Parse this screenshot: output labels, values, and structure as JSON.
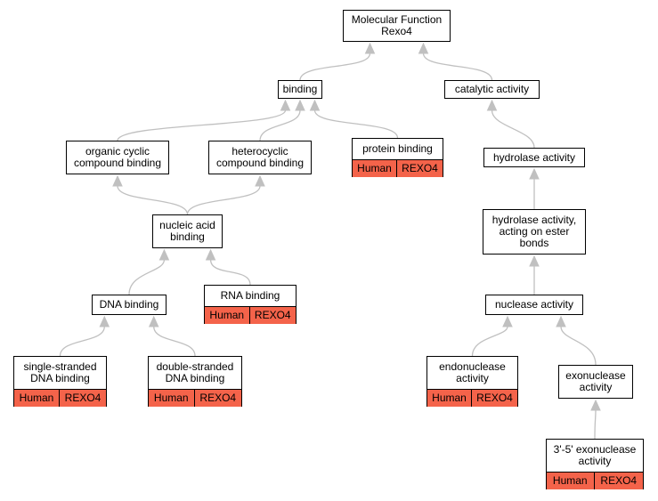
{
  "diagram": {
    "edge_color": "#c0c0c0",
    "annotation_color": "#f4634a",
    "nodes": [
      {
        "id": "mf",
        "label": "Molecular Function\nRexo4"
      },
      {
        "id": "binding",
        "label": "binding"
      },
      {
        "id": "catalytic",
        "label": "catalytic activity"
      },
      {
        "id": "organic",
        "label": "organic cyclic\ncompound binding"
      },
      {
        "id": "heterocyclic",
        "label": "heterocyclic\ncompound binding"
      },
      {
        "id": "protein",
        "label": "protein binding",
        "annotation": [
          "Human",
          "REXO4"
        ]
      },
      {
        "id": "hydrolase",
        "label": "hydrolase activity"
      },
      {
        "id": "nucleic",
        "label": "nucleic acid\nbinding"
      },
      {
        "id": "hydrolase_ester",
        "label": "hydrolase activity,\nacting on ester\nbonds"
      },
      {
        "id": "dna",
        "label": "DNA binding"
      },
      {
        "id": "rna",
        "label": "RNA binding",
        "annotation": [
          "Human",
          "REXO4"
        ]
      },
      {
        "id": "nuclease",
        "label": "nuclease activity"
      },
      {
        "id": "ssdna",
        "label": "single-stranded\nDNA binding",
        "annotation": [
          "Human",
          "REXO4"
        ]
      },
      {
        "id": "dsdna",
        "label": "double-stranded\nDNA binding",
        "annotation": [
          "Human",
          "REXO4"
        ]
      },
      {
        "id": "endo",
        "label": "endonuclease\nactivity",
        "annotation": [
          "Human",
          "REXO4"
        ]
      },
      {
        "id": "exo",
        "label": "exonuclease\nactivity"
      },
      {
        "id": "exo35",
        "label": "3'-5' exonuclease\nactivity",
        "annotation": [
          "Human",
          "REXO4"
        ]
      }
    ],
    "edges": [
      {
        "from": "binding",
        "to": "mf"
      },
      {
        "from": "catalytic",
        "to": "mf"
      },
      {
        "from": "organic",
        "to": "binding"
      },
      {
        "from": "heterocyclic",
        "to": "binding"
      },
      {
        "from": "protein",
        "to": "binding"
      },
      {
        "from": "hydrolase",
        "to": "catalytic"
      },
      {
        "from": "nucleic",
        "to": "organic"
      },
      {
        "from": "nucleic",
        "to": "heterocyclic"
      },
      {
        "from": "hydrolase_ester",
        "to": "hydrolase"
      },
      {
        "from": "dna",
        "to": "nucleic"
      },
      {
        "from": "rna",
        "to": "nucleic"
      },
      {
        "from": "nuclease",
        "to": "hydrolase_ester"
      },
      {
        "from": "ssdna",
        "to": "dna"
      },
      {
        "from": "dsdna",
        "to": "dna"
      },
      {
        "from": "endo",
        "to": "nuclease"
      },
      {
        "from": "exo",
        "to": "nuclease"
      },
      {
        "from": "exo35",
        "to": "exo"
      }
    ]
  }
}
